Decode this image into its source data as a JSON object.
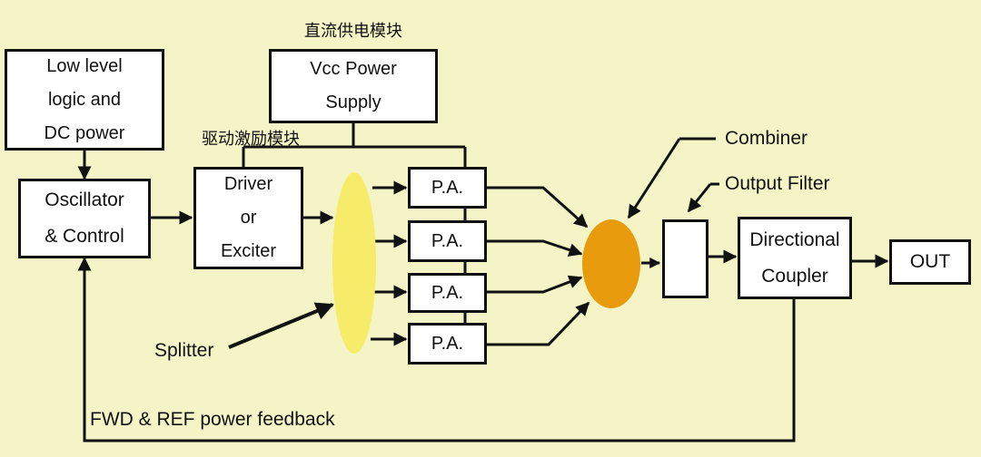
{
  "blocks": {
    "low_level": [
      "Low level",
      "logic and",
      "DC power"
    ],
    "vcc": [
      "Vcc Power",
      "Supply"
    ],
    "oscillator": [
      "Oscillator",
      "& Control"
    ],
    "driver": [
      "Driver",
      "or",
      "Exciter"
    ],
    "pa": [
      "P.A.",
      "P.A.",
      "P.A.",
      "P.A."
    ],
    "directional": [
      "Directional",
      "Coupler"
    ],
    "out": "OUT"
  },
  "labels": {
    "dc_module_cn": "直流供电模块",
    "driver_module_cn": "驱动激励模块",
    "combiner": "Combiner",
    "output_filter": "Output Filter",
    "splitter": "Splitter",
    "feedback": "FWD & REF power feedback"
  },
  "colors": {
    "background": "#f5f4c6",
    "splitter": "#f7ec6a",
    "combiner": "#e89b0c",
    "line": "#111111"
  }
}
